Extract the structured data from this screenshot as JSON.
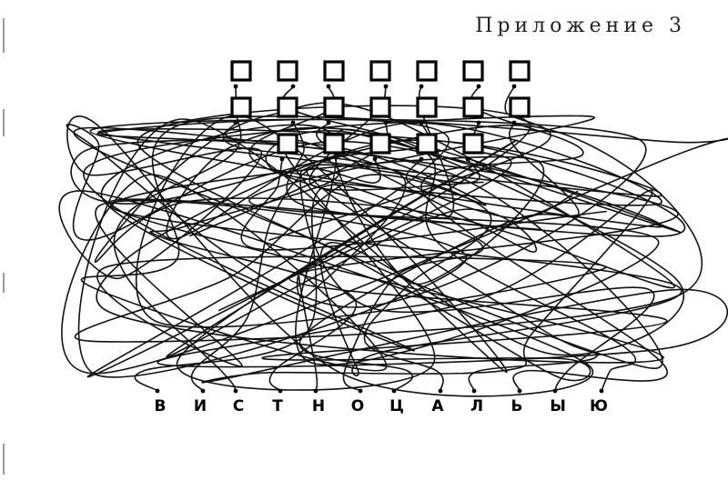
{
  "caption": "Приложение 3",
  "letters": [
    "В",
    "И",
    "С",
    "Т",
    "Н",
    "О",
    "Ц",
    "А",
    "Л",
    "Ь",
    "Ы",
    "Ю"
  ],
  "box_rows": [
    7,
    7,
    5
  ],
  "colors": {
    "ink": "#000000",
    "background": "#ffffff"
  }
}
